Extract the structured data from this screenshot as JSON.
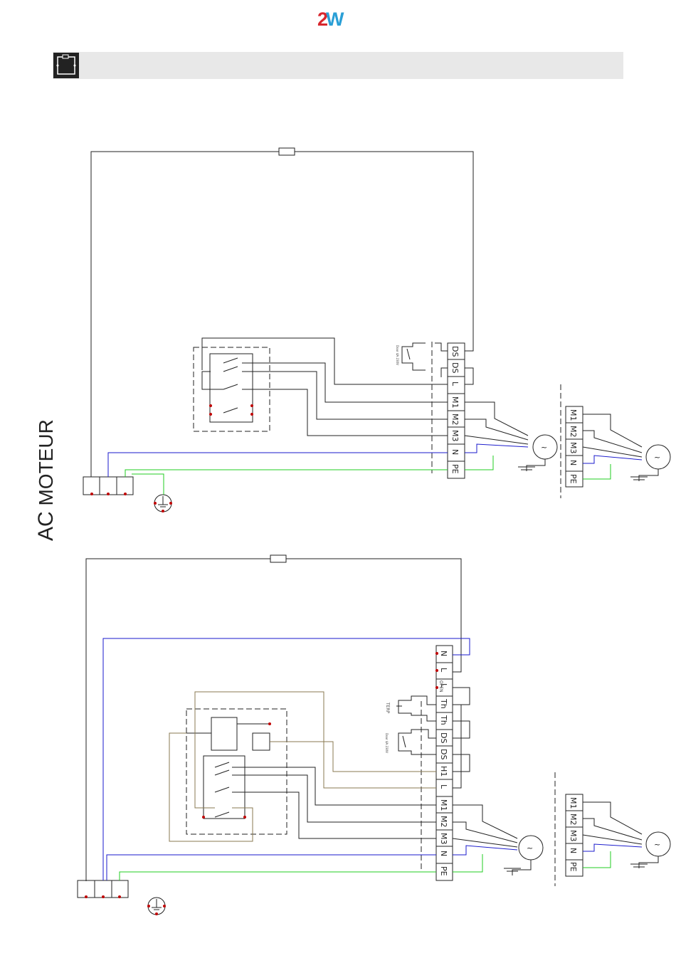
{
  "logo": {
    "part1": "2",
    "part2": "W"
  },
  "title": {
    "main": "AC",
    "rest": " MOTEUR"
  },
  "top": {
    "terminals": [
      "DS",
      "DS",
      "L",
      "M1",
      "M2",
      "M3",
      "N",
      "PE"
    ],
    "motor_terminals": [
      "M1",
      "M2",
      "M3",
      "N",
      "PE"
    ],
    "switch_label": "Door 4A 230V"
  },
  "bottom": {
    "terminals": [
      "N",
      "L",
      "L",
      "Th",
      "Th",
      "DS",
      "DS",
      "H1",
      "L",
      "M1",
      "M2",
      "M3",
      "N",
      "PE"
    ],
    "open_label": "OPEN",
    "terp_label": "TERP",
    "switch_label": "Door 4A 230V",
    "motor_terminals": [
      "M1",
      "M2",
      "M3",
      "N",
      "PE"
    ]
  },
  "colors": {
    "neutral": "#1a1acc",
    "earth": "#22cc22",
    "phase": "#222222",
    "olive": "#8a7a50",
    "dot": "#c00000"
  }
}
